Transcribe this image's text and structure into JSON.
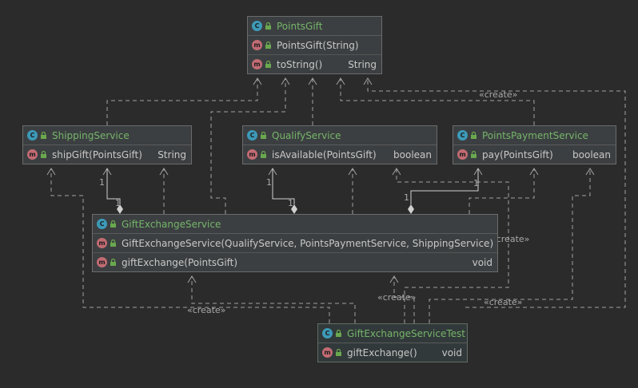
{
  "classes": {
    "points_gift": {
      "name": "PointsGift",
      "methods": [
        {
          "name": "PointsGift(String)",
          "type": ""
        },
        {
          "name": "toString()",
          "type": "String"
        }
      ]
    },
    "shipping_service": {
      "name": "ShippingService",
      "methods": [
        {
          "name": "shipGift(PointsGift)",
          "type": "String"
        }
      ]
    },
    "qualify_service": {
      "name": "QualifyService",
      "methods": [
        {
          "name": "isAvailable(PointsGift)",
          "type": "boolean"
        }
      ]
    },
    "points_payment_service": {
      "name": "PointsPaymentService",
      "methods": [
        {
          "name": "pay(PointsGift)",
          "type": "boolean"
        }
      ]
    },
    "gift_exchange_service": {
      "name": "GiftExchangeService",
      "methods": [
        {
          "name": "GiftExchangeService(QualifyService, PointsPaymentService, ShippingService)",
          "type": ""
        },
        {
          "name": "giftExchange(PointsGift)",
          "type": "void"
        }
      ]
    },
    "gift_exchange_service_test": {
      "name": "GiftExchangeServiceTest",
      "methods": [
        {
          "name": "giftExchange()",
          "type": "void"
        }
      ]
    }
  },
  "labels": {
    "create": "«create»",
    "multiplicity": "1"
  },
  "icons": {
    "class": "C",
    "method": "m",
    "lock": "lock-icon"
  },
  "colors": {
    "background": "#2b2b2b",
    "class_name": "#75b56a",
    "class_icon": "#3d9ab8",
    "method_icon": "#c26b73",
    "edge": "#a0a0a0"
  }
}
